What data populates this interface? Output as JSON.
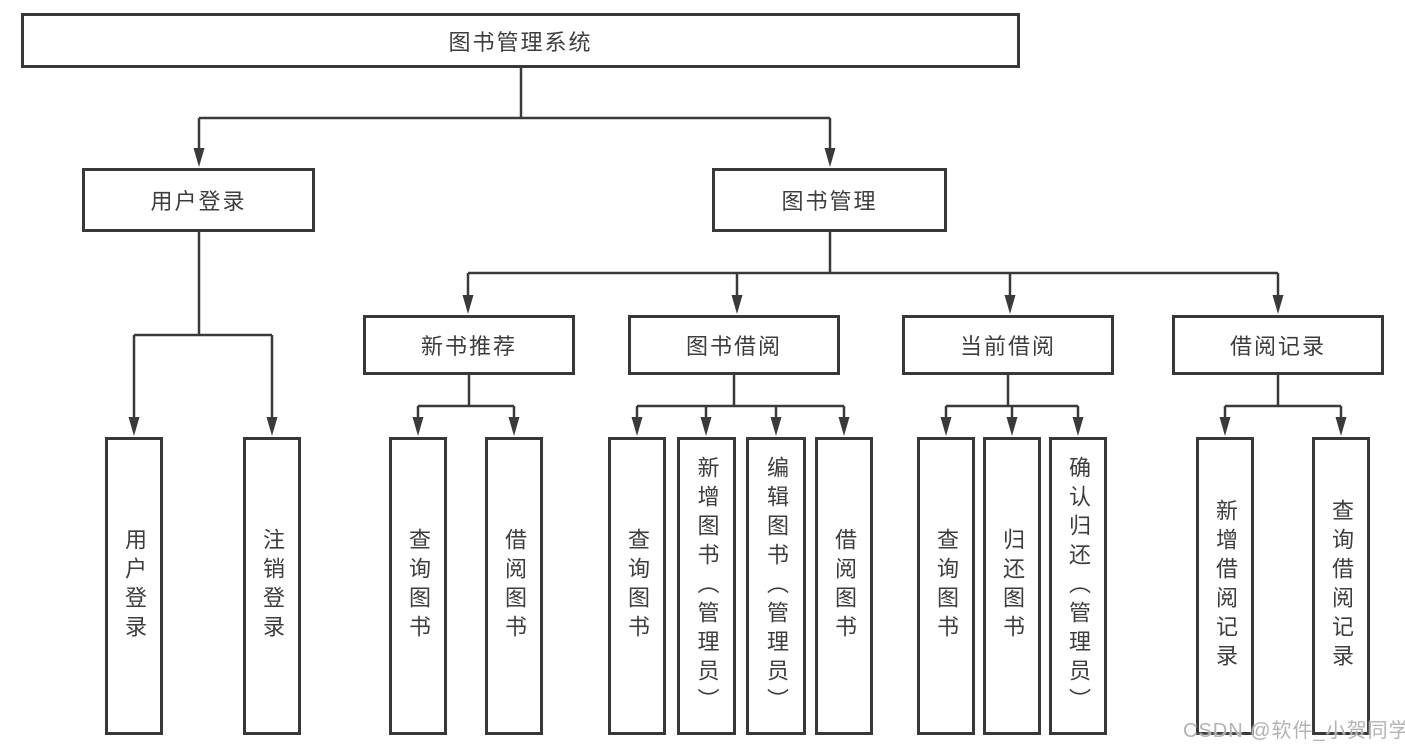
{
  "colors": {
    "background": "#ffffff",
    "line": "#3a3a3a",
    "box_border": "#383838",
    "text": "#3d3d3d",
    "watermark": "#b3b3b3"
  },
  "diagram": {
    "root": "图书管理系统",
    "branches": [
      {
        "label": "用户登录",
        "children": [
          "用户登录",
          "注销登录"
        ]
      },
      {
        "label": "图书管理",
        "children": [
          {
            "label": "新书推荐",
            "children": [
              "查询图书",
              "借阅图书"
            ]
          },
          {
            "label": "图书借阅",
            "children": [
              "查询图书",
              "新增图书（管理员）",
              "编辑图书（管理员）",
              "借阅图书"
            ]
          },
          {
            "label": "当前借阅",
            "children": [
              "查询图书",
              "归还图书",
              "确认归还（管理员）"
            ]
          },
          {
            "label": "借阅记录",
            "children": [
              "新增借阅记录",
              "查询借阅记录"
            ]
          }
        ]
      }
    ]
  },
  "watermark": "CSDN @软件_小贺同学"
}
